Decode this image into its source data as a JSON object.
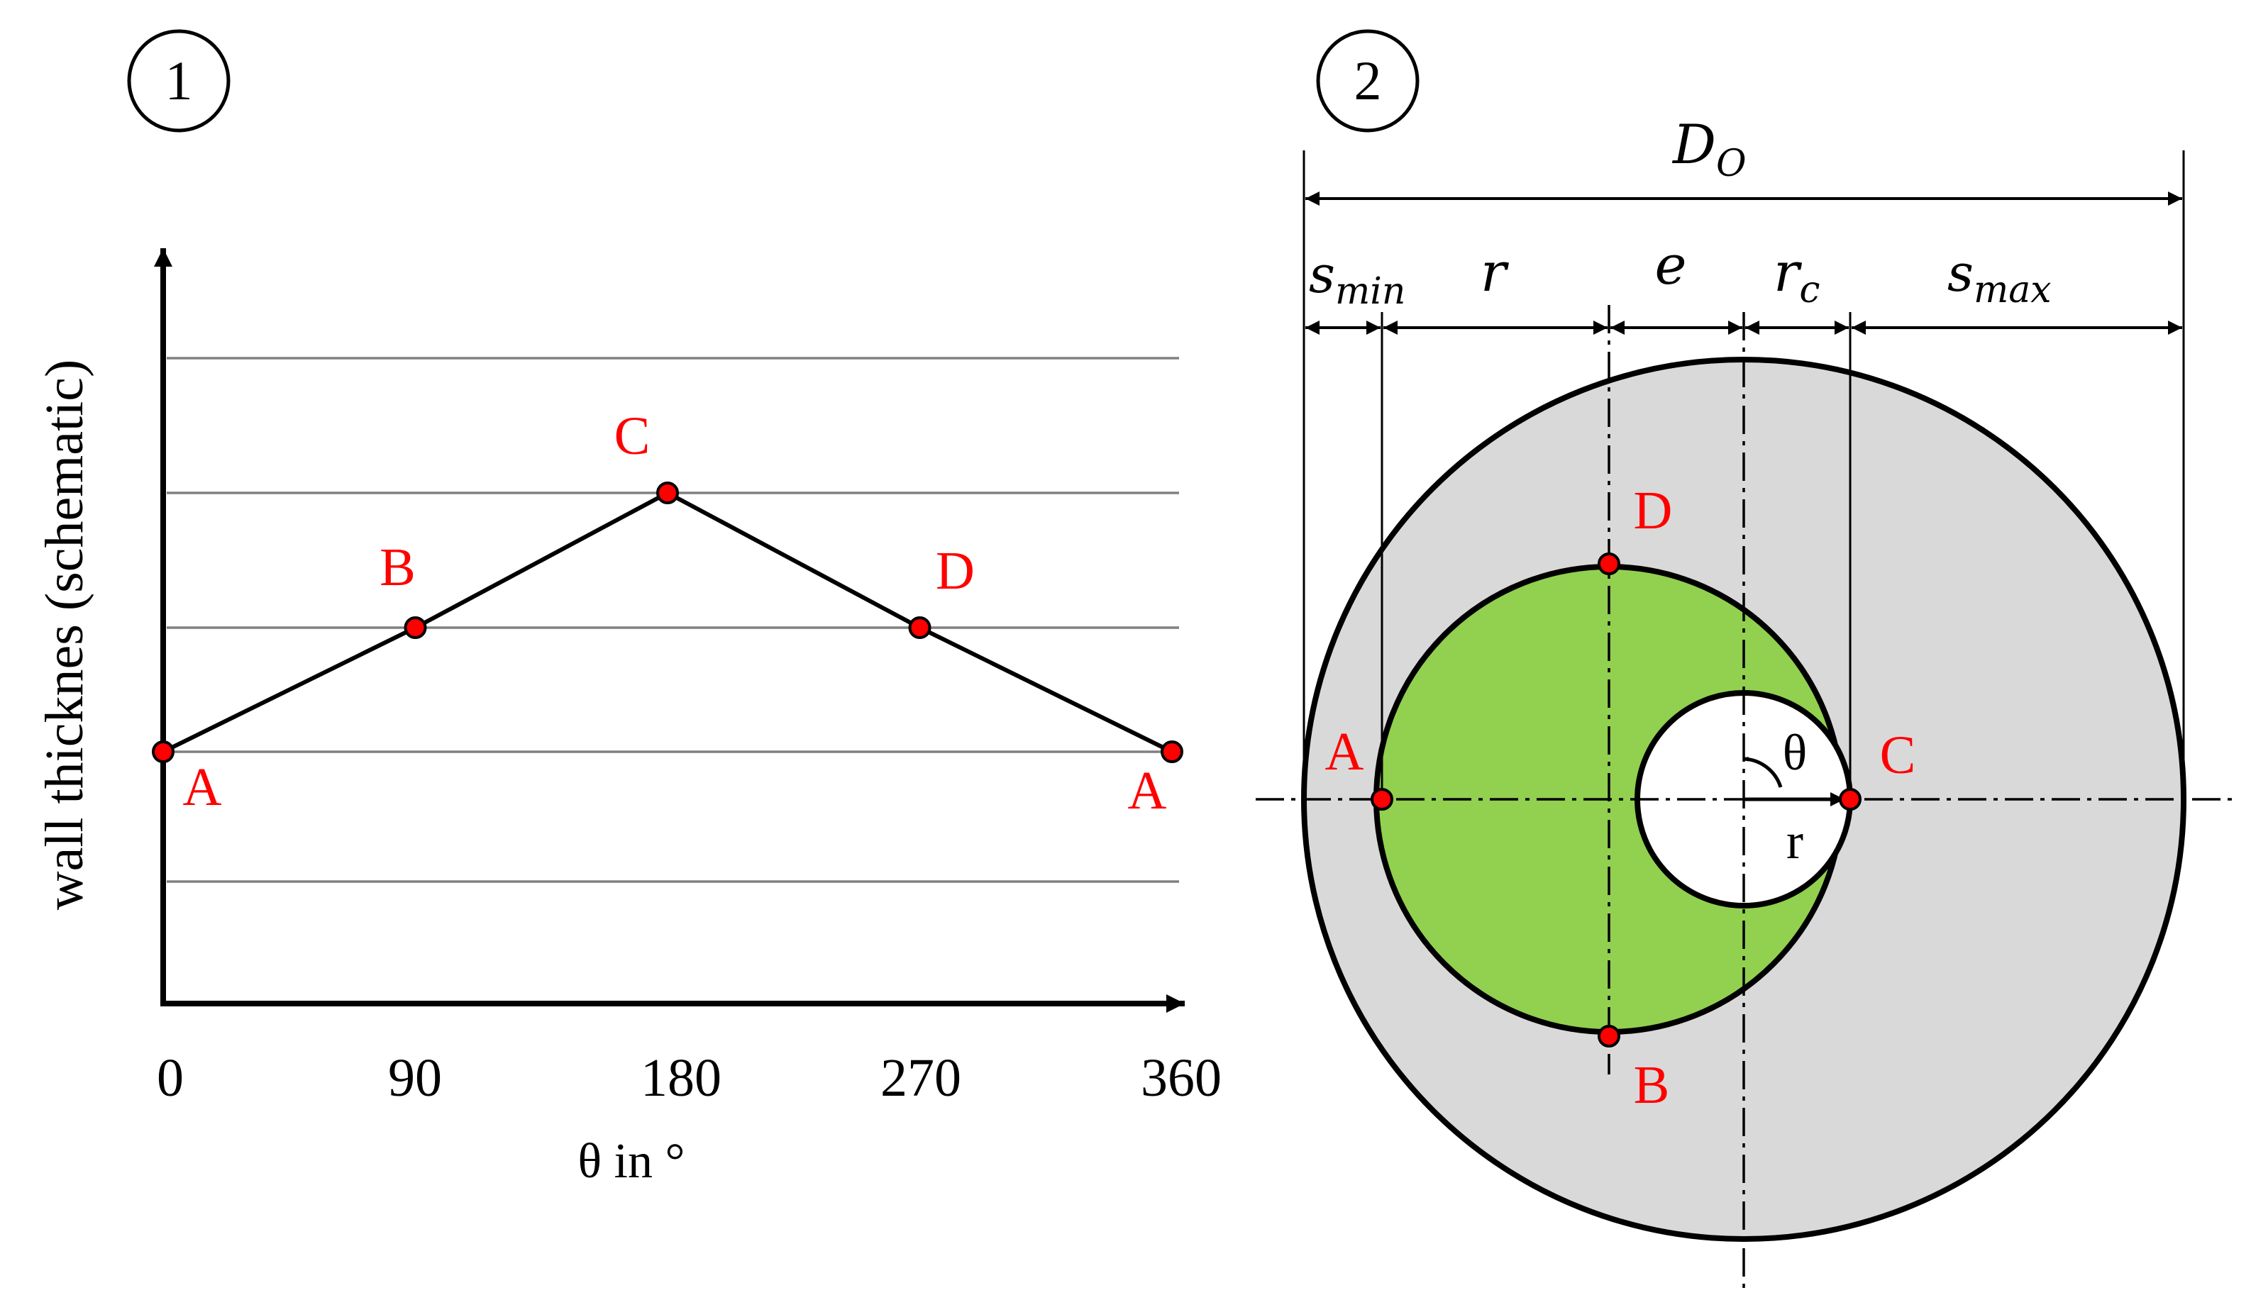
{
  "panel1": {
    "number": "1",
    "ylabel": "wall thicknes (schematic)",
    "xlabel": "θ  in °",
    "xticks": [
      "0",
      "90",
      "180",
      "270",
      "360"
    ],
    "points": [
      {
        "label": "A",
        "theta": 0,
        "level": 1
      },
      {
        "label": "B",
        "theta": 90,
        "level": 2
      },
      {
        "label": "C",
        "theta": 180,
        "level": 3
      },
      {
        "label": "D",
        "theta": 270,
        "level": 2
      },
      {
        "label": "A",
        "theta": 360,
        "level": 1
      }
    ],
    "gridlines": 5
  },
  "panel2": {
    "number": "2",
    "dim_outer": "D",
    "dim_outer_sub": "O",
    "smin": "s",
    "smin_sub": "min",
    "r_label": "r",
    "e_label": "e",
    "rc": "r",
    "rc_sub": "c",
    "smax": "s",
    "smax_sub": "max",
    "point_A": "A",
    "point_B": "B",
    "point_C": "C",
    "point_D": "D",
    "theta_label": "θ",
    "r_vector_label": "r"
  },
  "colors": {
    "outer_ring": "#d9d9d9",
    "green": "#92d050",
    "point": "#ff0000",
    "label_red": "#ff0000",
    "grid": "#808080"
  }
}
